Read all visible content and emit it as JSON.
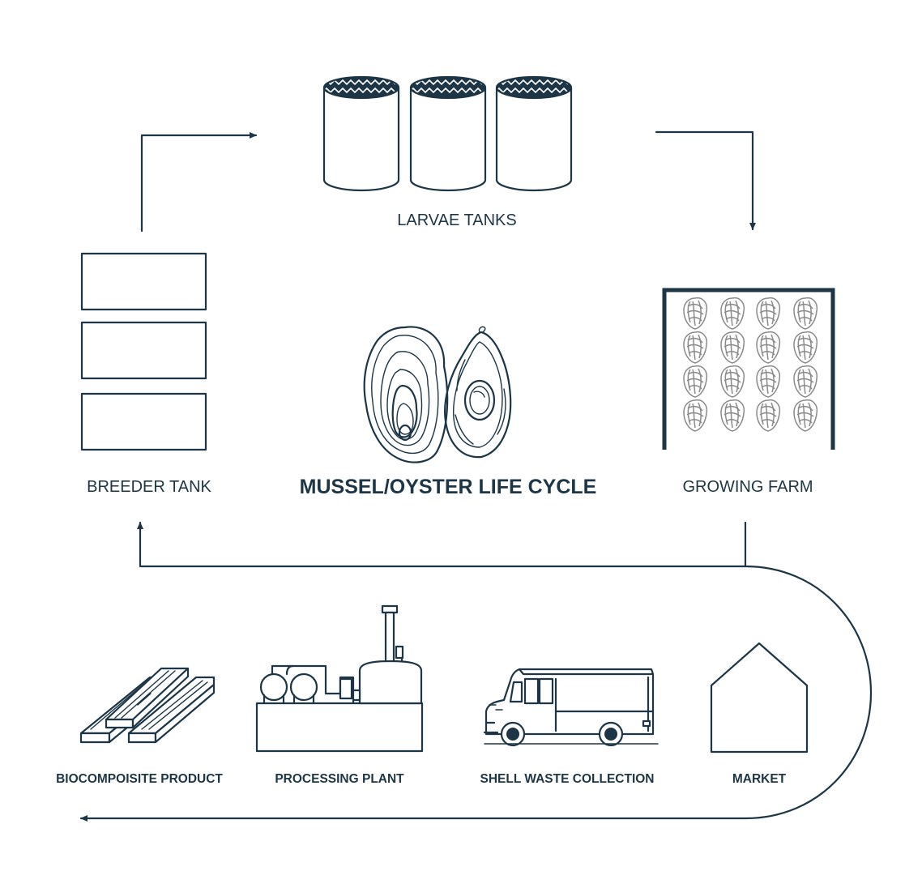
{
  "diagram": {
    "title": "MUSSEL/OYSTER LIFE CYCLE",
    "colors": {
      "ink": "#1d3545",
      "farm_shells": "#8a8a8a",
      "background": "#ffffff"
    },
    "nodes": {
      "larvae_tanks": "LARVAE TANKS",
      "breeder_tank": "BREEDER TANK",
      "growing_farm": "GROWING FARM",
      "biocomposite_product": "BIOCOMPOISITE PRODUCT",
      "processing_plant": "PROCESSING PLANT",
      "shell_waste_collection": "SHELL WASTE COLLECTION",
      "market": "MARKET"
    },
    "icons": {
      "larvae_tanks": "cylinder-tanks-icon",
      "breeder_tank": "stacked-tanks-icon",
      "growing_farm": "oyster-rack-icon",
      "center": "oyster-shells-icon",
      "biocomposite_product": "wood-planks-icon",
      "processing_plant": "factory-icon",
      "shell_waste_collection": "delivery-truck-icon",
      "market": "house-icon"
    }
  }
}
